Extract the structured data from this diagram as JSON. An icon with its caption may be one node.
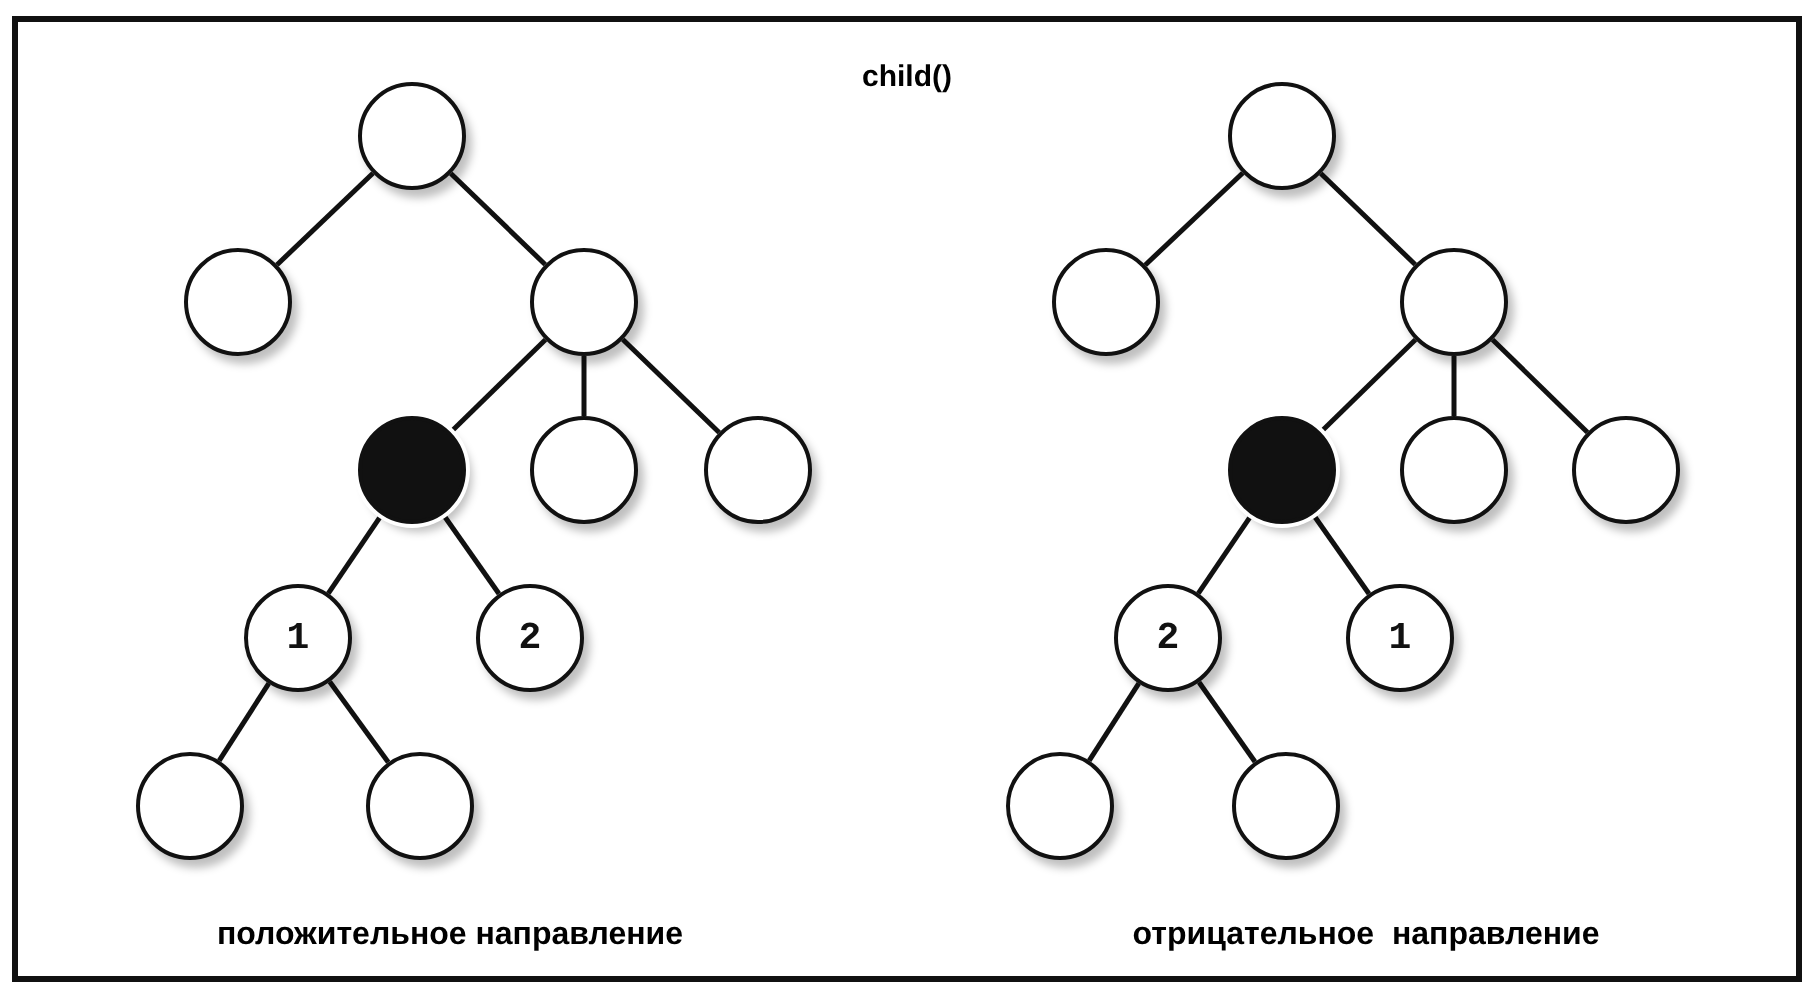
{
  "diagram": {
    "title": "child()",
    "nodes": [
      {
        "text": [],
        "shape": "circle"
      },
      {
        "text": [],
        "shape": "circle"
      },
      {
        "text": [],
        "shape": "circle"
      },
      {
        "text": [],
        "shape": "disc"
      },
      {
        "text": [],
        "shape": "circle"
      },
      {
        "text": [],
        "shape": "circle"
      },
      {
        "text": [
          "1"
        ]
      },
      {
        "text": [
          "2"
        ]
      },
      {
        "text": [],
        "shape": "circle"
      },
      {
        "text": [],
        "shape": "circle"
      },
      {
        "text": [],
        "shape": "circle"
      },
      {
        "text": [],
        "shape": "circle"
      },
      {
        "text": [],
        "shape": "circle"
      },
      {
        "text": [],
        "shape": "disc"
      },
      {
        "text": [],
        "shape": "circle"
      },
      {
        "text": [],
        "shape": "circle"
      },
      {
        "text": [
          "2"
        ]
      },
      {
        "text": [
          "1"
        ]
      },
      {
        "text": [],
        "shape": "circle"
      },
      {
        "text": [],
        "shape": "circle"
      }
    ],
    "edges": [
      {
        "from": 0,
        "to": 1,
        "arrow": "none"
      },
      {
        "from": 0,
        "to": 2,
        "arrow": "none"
      },
      {
        "from": 2,
        "to": 3,
        "arrow": "none"
      },
      {
        "from": 2,
        "to": 4,
        "arrow": "none"
      },
      {
        "from": 2,
        "to": 5,
        "arrow": "none"
      },
      {
        "from": 3,
        "to": 6,
        "arrow": "none"
      },
      {
        "from": 3,
        "to": 7,
        "arrow": "none"
      },
      {
        "from": 6,
        "to": 8,
        "arrow": "none"
      },
      {
        "from": 6,
        "to": 9,
        "arrow": "none"
      },
      {
        "from": 10,
        "to": 11,
        "arrow": "none"
      },
      {
        "from": 10,
        "to": 12,
        "arrow": "none"
      },
      {
        "from": 12,
        "to": 13,
        "arrow": "none"
      },
      {
        "from": 12,
        "to": 14,
        "arrow": "none"
      },
      {
        "from": 12,
        "to": 15,
        "arrow": "none"
      },
      {
        "from": 13,
        "to": 16,
        "arrow": "none"
      },
      {
        "from": 13,
        "to": 17,
        "arrow": "none"
      },
      {
        "from": 16,
        "to": 18,
        "arrow": "none"
      },
      {
        "from": 16,
        "to": 19,
        "arrow": "none"
      }
    ],
    "labels": [
      "положительное направление",
      "отрицательное  направление"
    ]
  }
}
